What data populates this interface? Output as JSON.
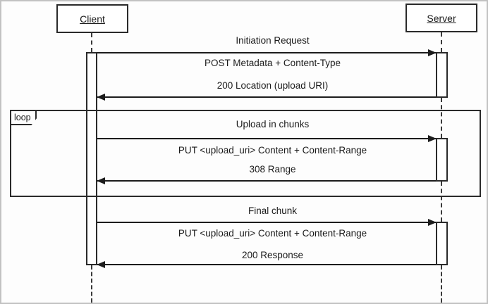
{
  "diagram": {
    "type": "uml-sequence",
    "actors": [
      {
        "label": "Client"
      },
      {
        "label": "Server"
      }
    ],
    "loop_frame": {
      "operator": "loop"
    },
    "exchanges": [
      {
        "title": "Initiation Request",
        "request": "POST Metadata + Content-Type",
        "response": "200 Location (upload URI)"
      },
      {
        "title": "Upload in chunks",
        "request": "PUT <upload_uri> Content + Content-Range",
        "response": "308 Range"
      },
      {
        "title": "Final chunk",
        "request": "PUT <upload_uri> Content + Content-Range",
        "response": "200 Response"
      }
    ]
  }
}
